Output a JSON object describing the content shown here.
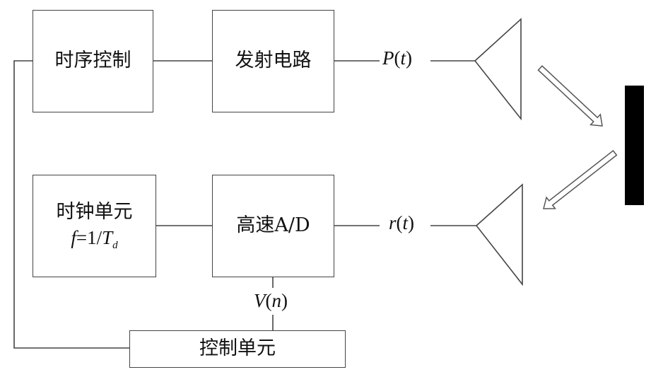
{
  "blocks": {
    "timing": "时序控制",
    "transmit": "发射电路",
    "clock": "时钟单元",
    "adc": "高速A/D",
    "control": "控制单元"
  },
  "formula": {
    "f": "f",
    "eq": "=1/",
    "T": "T",
    "d": "d"
  },
  "signals": {
    "p_name": "P",
    "p_arg": "t",
    "r_name": "r",
    "r_arg": "t",
    "v_name": "V",
    "v_arg": "n"
  }
}
